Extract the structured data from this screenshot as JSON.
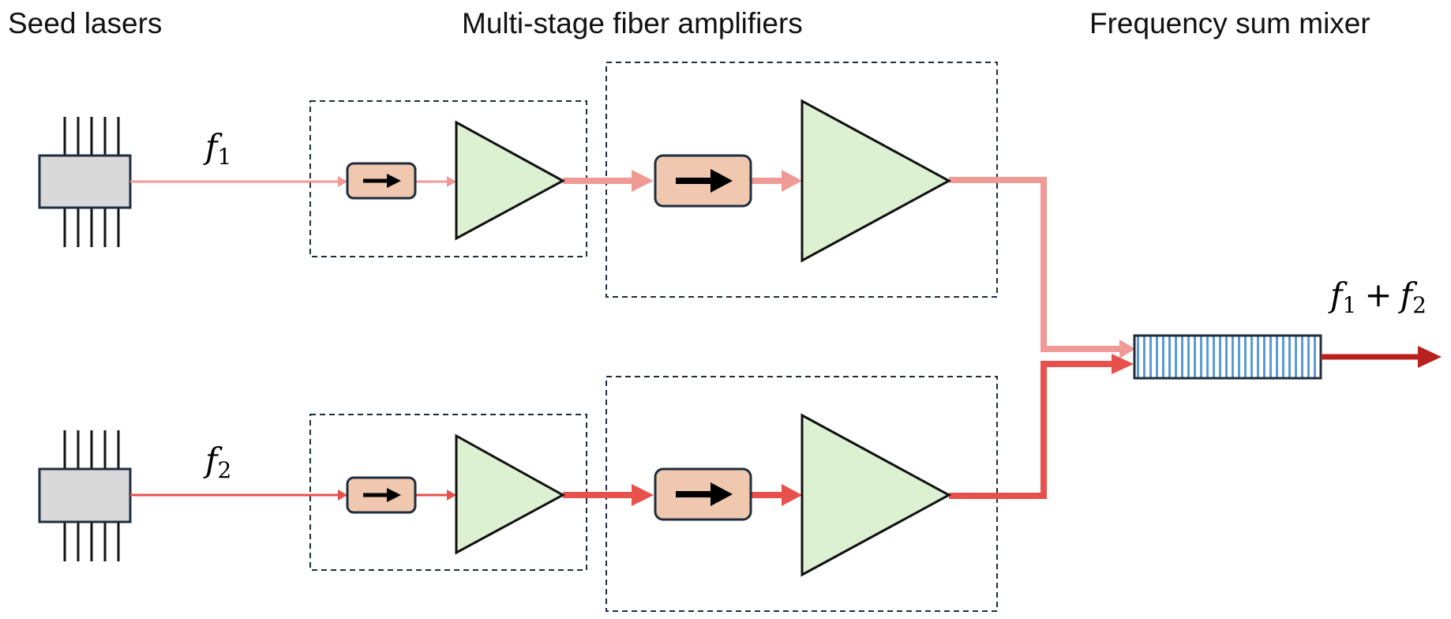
{
  "headers": {
    "seed": "Seed lasers",
    "amplifiers": "Multi-stage fiber amplifiers",
    "mixer": "Frequency sum mixer"
  },
  "labels": {
    "f1_var": "f",
    "f1_sub": "1",
    "f2_var": "f",
    "f2_sub": "2",
    "out_var1": "f",
    "out_sub1": "1",
    "out_plus": "+",
    "out_var2": "f",
    "out_sub2": "2"
  },
  "colors": {
    "beam1": "#f09a96",
    "beam2": "#e8504c",
    "output": "#b8221e",
    "isolator_fill": "#f0c8b0",
    "amp_fill": "#dcf0d2",
    "laser_fill": "#d9d9d9",
    "mixer_stripe": "#5b9bd5"
  }
}
